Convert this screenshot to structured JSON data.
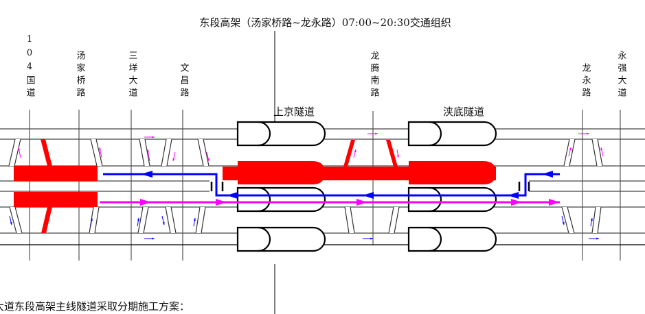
{
  "title": "东段高架（汤家桥路~龙永路）07:00~20:30交通组织",
  "roads": [
    {
      "label": "104国道"
    },
    {
      "label": "汤家桥路"
    },
    {
      "label": "三垟大道"
    },
    {
      "label": "文昌路"
    },
    {
      "label": "龙腾南路"
    },
    {
      "label": "龙永路"
    },
    {
      "label": "永强大道"
    }
  ],
  "tunnels": [
    {
      "name": "上京隧道"
    },
    {
      "name": "浃底隧道"
    }
  ],
  "note": "大道东段高架主线隧道采取分期施工方案：",
  "colors": {
    "construction": "#ff0000",
    "westbound": "#0000ff",
    "eastbound": "#ff00ff",
    "line": "#000000"
  }
}
